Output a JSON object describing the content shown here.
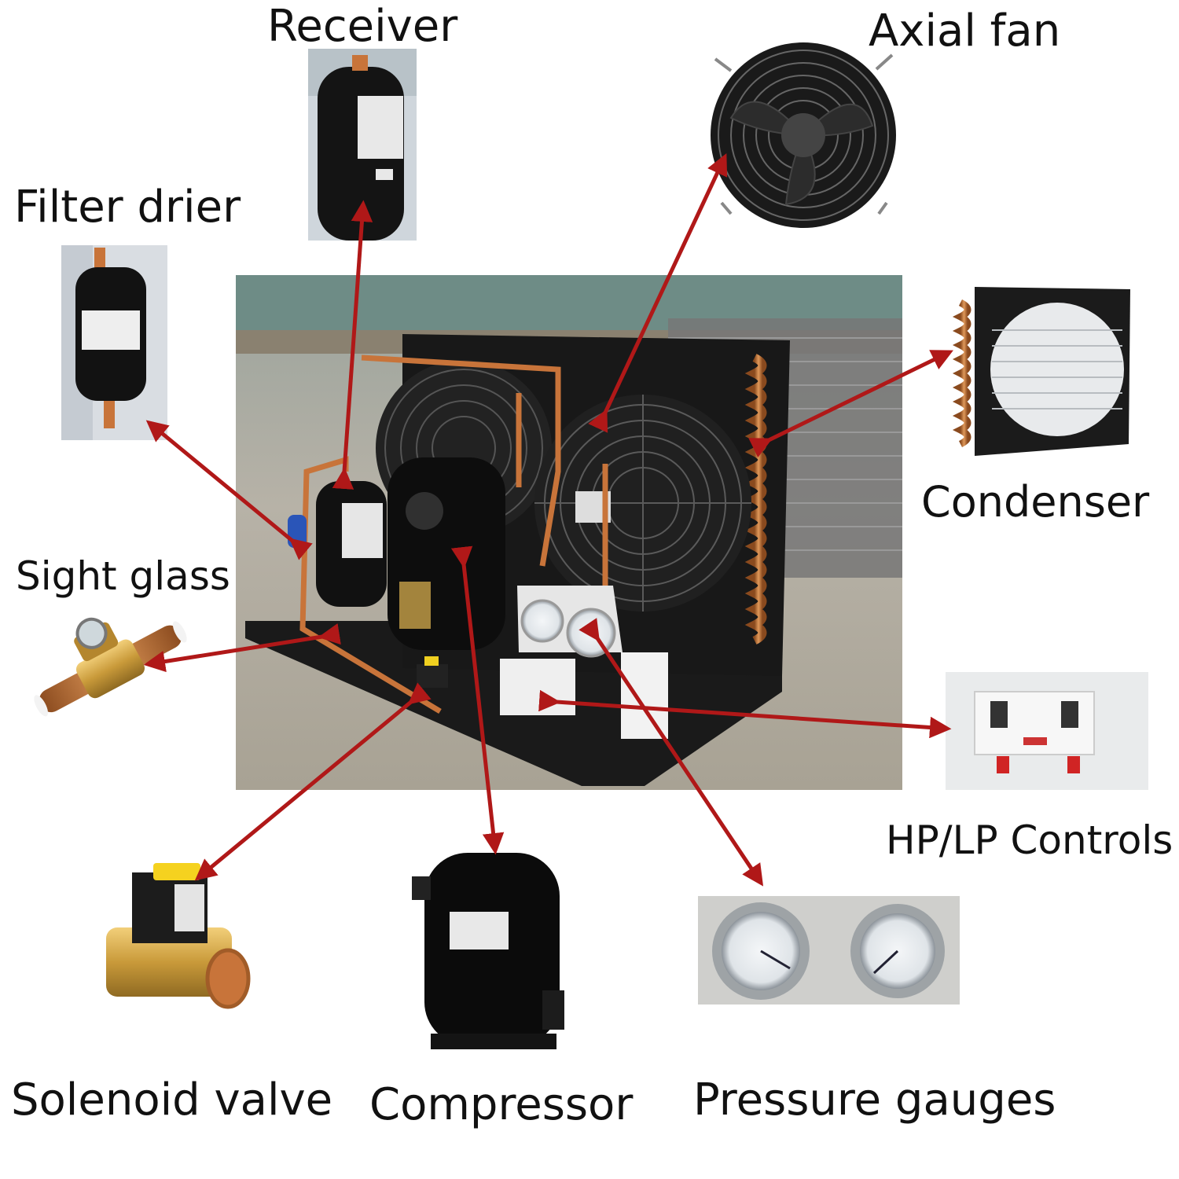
{
  "labels": {
    "receiver": "Receiver",
    "axial_fan": "Axial fan",
    "filter_drier": "Filter drier",
    "condenser": "Condenser",
    "sight_glass": "Sight glass",
    "hp_lp_controls": "HP/LP Controls",
    "solenoid_valve": "Solenoid valve",
    "compressor": "Compressor",
    "pressure_gauges": "Pressure gauges"
  },
  "colors": {
    "arrow": "#b01818",
    "copper": "#c8743a",
    "unit_black": "#151515",
    "floor": "#b9b3a8"
  },
  "photos": {
    "main_unit": "condensing-unit-photo",
    "receiver": "receiver-photo",
    "axial_fan": "axial-fan-photo",
    "filter_drier": "filter-drier-photo",
    "condenser": "condenser-photo",
    "sight_glass": "sight-glass-photo",
    "hp_lp_controls": "pressure-switch-photo",
    "solenoid_valve": "solenoid-valve-photo",
    "compressor": "compressor-photo",
    "pressure_gauges": "pressure-gauges-photo"
  }
}
